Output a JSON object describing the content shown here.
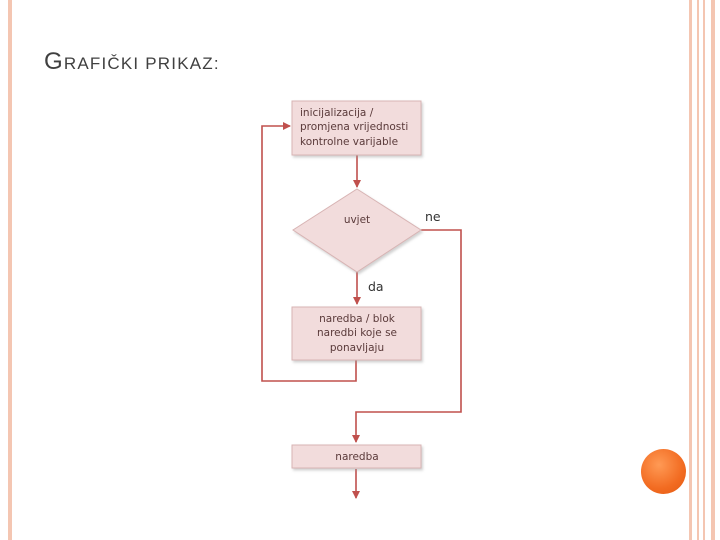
{
  "title": {
    "first_letter": "G",
    "rest": "RAFIČKI PRIKAZ:"
  },
  "colors": {
    "frame": "#f4c6b2",
    "box_fill": "#f2dcdc",
    "box_stroke": "#d8b4b4",
    "arrow": "#c0504d",
    "accent_dot": "#f26b21"
  },
  "flowchart": {
    "init_box": {
      "lines": [
        "inicijalizacija /",
        "promjena vrijednosti",
        "kontrolne varijable"
      ]
    },
    "condition": {
      "label": "uvjet"
    },
    "no_label": "ne",
    "yes_label": "da",
    "body_box": {
      "lines": [
        "naredba / blok",
        "naredbi koje se",
        "ponavljaju"
      ]
    },
    "after_box": {
      "label": "naredba"
    }
  }
}
